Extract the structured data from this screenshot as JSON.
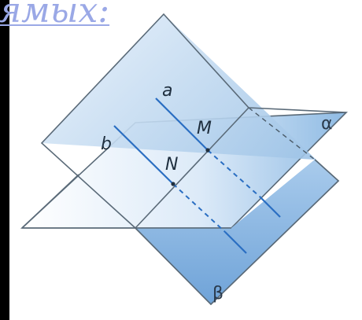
{
  "header": {
    "title_fragment": "ямых:"
  },
  "figure": {
    "planes": [
      {
        "id": "alpha",
        "label": "α"
      },
      {
        "id": "beta",
        "label": "β"
      }
    ],
    "lines": [
      {
        "id": "a",
        "label": "a"
      },
      {
        "id": "b",
        "label": "b"
      }
    ],
    "points": [
      {
        "id": "M",
        "label": "M"
      },
      {
        "id": "N",
        "label": "N"
      }
    ],
    "colors": {
      "plane_fill": "#cfe1f5",
      "plane_fill_dark": "#7fb0de",
      "line_color": "#2a6ec2",
      "edge_color": "#5a6a78",
      "heading_color": "#9aa8e6"
    }
  }
}
